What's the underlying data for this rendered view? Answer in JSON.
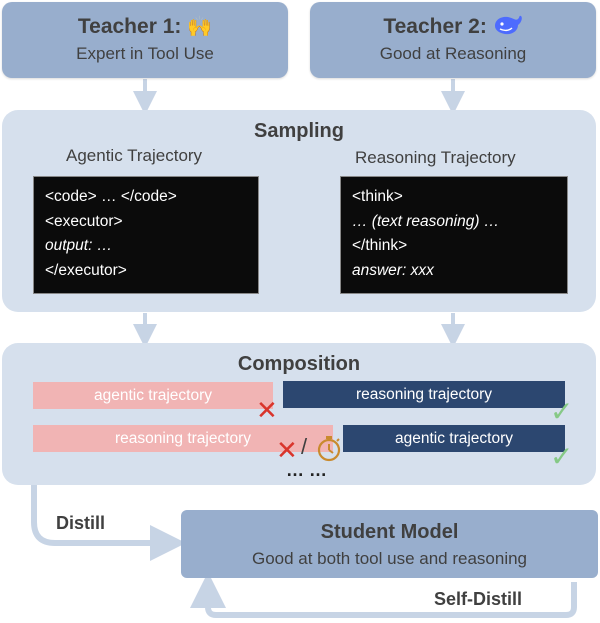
{
  "teacher1": {
    "title": "Teacher 1:",
    "subtitle": "Expert in Tool Use",
    "emoji": "🙌",
    "icon": "raised-hands-icon"
  },
  "teacher2": {
    "title": "Teacher 2:",
    "subtitle": "Good at Reasoning",
    "icon": "whale-logo-icon"
  },
  "sampling": {
    "title": "Sampling",
    "agentic": {
      "label": "Agentic Trajectory",
      "lines": [
        "<code> … </code>",
        "<executor>",
        "output: …",
        "</executor>"
      ]
    },
    "reasoning": {
      "label": "Reasoning Trajectory",
      "lines": [
        "<think>",
        "… (text reasoning) …",
        "</think>",
        "answer: xxx"
      ]
    }
  },
  "composition": {
    "title": "Composition",
    "row1": {
      "left": "agentic trajectory",
      "right": "reasoning trajectory"
    },
    "row2": {
      "left": "reasoning trajectory",
      "right": "agentic trajectory"
    },
    "cross": "✕",
    "slash": "/",
    "check": "✓",
    "ellipsis": "… …"
  },
  "distill_label": "Distill",
  "student": {
    "title": "Student Model",
    "subtitle": "Good at both tool use and reasoning"
  },
  "self_distill_label": "Self-Distill",
  "colors": {
    "box": "#98aecd",
    "panel": "#d6e0ed",
    "pink_bar": "#f1b4b4",
    "navy_bar": "#2c4770",
    "cross": "#d9352c",
    "check": "#86c986",
    "arrow": "#c7d4e5"
  }
}
